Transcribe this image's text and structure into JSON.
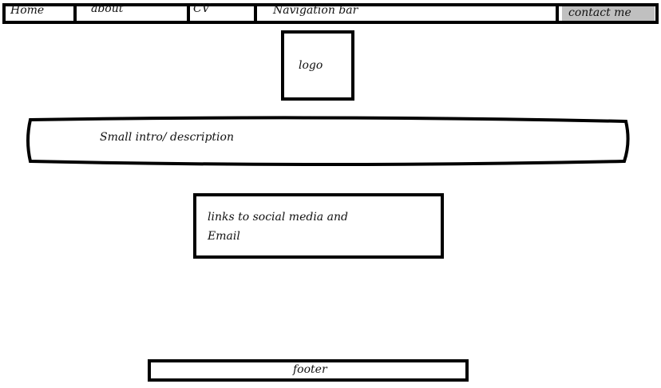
{
  "nav": {
    "home": "Home",
    "about": "about",
    "cv": "CV",
    "title": "Navigation bar",
    "contact": "contact me",
    "contact_bg": "#c0c0c0"
  },
  "logo": {
    "label": "logo"
  },
  "intro": {
    "label": "Small intro/ description"
  },
  "social": {
    "line1": "links to social media and",
    "line2": "Email"
  },
  "footer": {
    "label": "footer"
  }
}
